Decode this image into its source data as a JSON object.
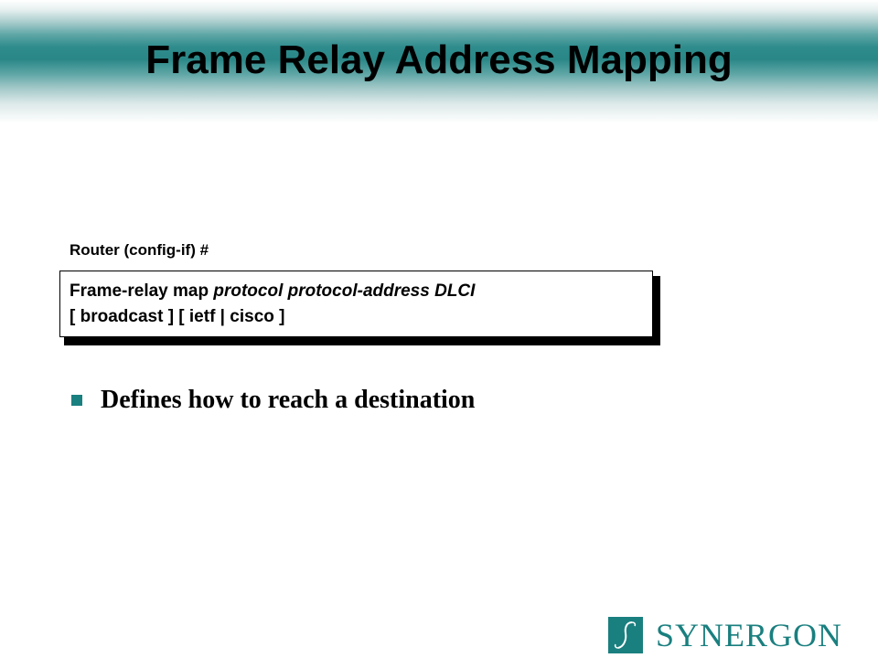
{
  "slide": {
    "title": "Frame Relay Address Mapping"
  },
  "command": {
    "prompt": "Router (config-if) #",
    "line1_plain": "Frame-relay map ",
    "line1_italic": "protocol protocol-address DLCI",
    "line2": "[ broadcast ] [ ietf | cisco ]"
  },
  "bullets": [
    {
      "text": "Defines how to reach a destination"
    }
  ],
  "logo": {
    "text": "SYNERGON",
    "icon": "synergon-s-logo-icon"
  },
  "colors": {
    "accent": "#1a7f7f",
    "band": "#2a8787"
  }
}
